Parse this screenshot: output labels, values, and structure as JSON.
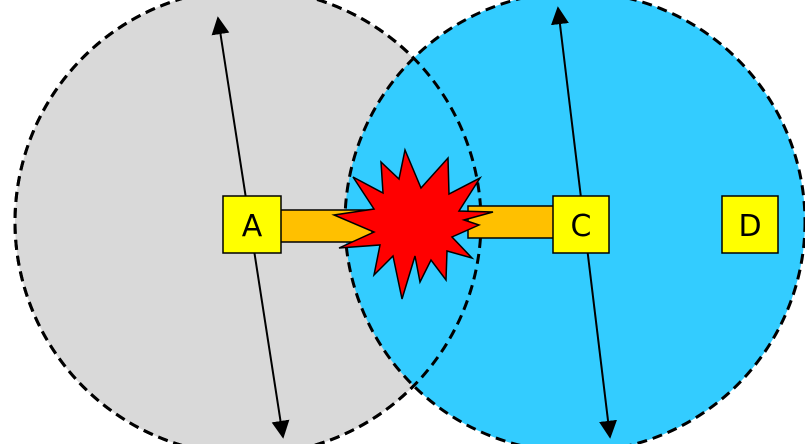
{
  "colors": {
    "background": "#ffffff",
    "range_left": "#d9d9d9",
    "range_right": "#33ccff",
    "link": "#ffc000",
    "node_fill": "#ffff00",
    "collision": "#ff0000",
    "outline": "#000000"
  },
  "nodes": {
    "a": {
      "label": "A"
    },
    "c": {
      "label": "C"
    },
    "d": {
      "label": "D"
    }
  },
  "icons": {
    "collision": "explosion-icon"
  }
}
